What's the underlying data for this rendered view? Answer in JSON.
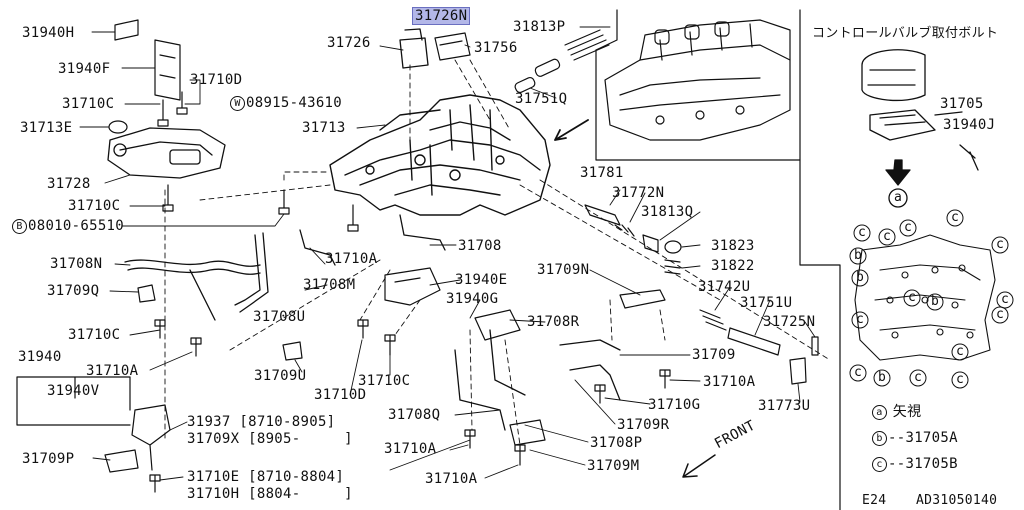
{
  "diagram": {
    "parts": [
      {
        "id": "31940H",
        "label": "31940H"
      },
      {
        "id": "31940F",
        "label": "31940F"
      },
      {
        "id": "31710D_top",
        "label": "31710D"
      },
      {
        "id": "31710C_a",
        "label": "31710C"
      },
      {
        "id": "31713E",
        "label": "31713E"
      },
      {
        "id": "31728",
        "label": "31728"
      },
      {
        "id": "31710C_b",
        "label": "31710C"
      },
      {
        "id": "08010-65510",
        "label": "08010-65510",
        "circle": "B"
      },
      {
        "id": "31708N",
        "label": "31708N"
      },
      {
        "id": "31709Q",
        "label": "31709Q"
      },
      {
        "id": "31710C_c",
        "label": "31710C"
      },
      {
        "id": "31710A_a",
        "label": "31710A"
      },
      {
        "id": "31940",
        "label": "31940"
      },
      {
        "id": "31940V",
        "label": "31940V"
      },
      {
        "id": "31709P",
        "label": "31709P"
      },
      {
        "id": "31710E",
        "label": "31710E",
        "range": "[8710-8804]"
      },
      {
        "id": "31710H",
        "label": "31710H",
        "range": "[8804-     ]"
      },
      {
        "id": "31937",
        "label": "31937",
        "range": "[8710-8905]"
      },
      {
        "id": "31709X",
        "label": "31709X",
        "range": "[8905-     ]"
      },
      {
        "id": "31726N",
        "label": "31726N",
        "highlighted": true
      },
      {
        "id": "31726",
        "label": "31726"
      },
      {
        "id": "31813P",
        "label": "31813P"
      },
      {
        "id": "31756",
        "label": "31756"
      },
      {
        "id": "08915-43610",
        "label": "08915-43610",
        "circle": "W"
      },
      {
        "id": "31751Q",
        "label": "31751Q"
      },
      {
        "id": "31713",
        "label": "31713"
      },
      {
        "id": "31708",
        "label": "31708"
      },
      {
        "id": "31710A_b",
        "label": "31710A"
      },
      {
        "id": "31708M",
        "label": "31708M"
      },
      {
        "id": "31708U",
        "label": "31708U"
      },
      {
        "id": "31940E",
        "label": "31940E"
      },
      {
        "id": "31940G",
        "label": "31940G"
      },
      {
        "id": "31709U",
        "label": "31709U"
      },
      {
        "id": "31710D_b",
        "label": "31710D"
      },
      {
        "id": "31710C_d",
        "label": "31710C"
      },
      {
        "id": "31708R",
        "label": "31708R"
      },
      {
        "id": "31708Q",
        "label": "31708Q"
      },
      {
        "id": "31710A_c",
        "label": "31710A"
      },
      {
        "id": "31710A_d",
        "label": "31710A"
      },
      {
        "id": "31708P",
        "label": "31708P"
      },
      {
        "id": "31709M",
        "label": "31709M"
      },
      {
        "id": "31709N",
        "label": "31709N"
      },
      {
        "id": "31709",
        "label": "31709"
      },
      {
        "id": "31710A_e",
        "label": "31710A"
      },
      {
        "id": "31710G",
        "label": "31710G"
      },
      {
        "id": "31709R",
        "label": "31709R"
      },
      {
        "id": "31781",
        "label": "31781"
      },
      {
        "id": "31772N",
        "label": "31772N"
      },
      {
        "id": "31813Q",
        "label": "31813Q"
      },
      {
        "id": "31823",
        "label": "31823"
      },
      {
        "id": "31822",
        "label": "31822"
      },
      {
        "id": "31742U",
        "label": "31742U"
      },
      {
        "id": "31751U",
        "label": "31751U"
      },
      {
        "id": "31725N",
        "label": "31725N"
      },
      {
        "id": "31773U",
        "label": "31773U"
      }
    ],
    "front_label": "FRONT",
    "inset": {
      "title": "コントロールバルブ取付ボルト",
      "parts": [
        {
          "id": "31705",
          "label": "31705"
        },
        {
          "id": "31940J",
          "label": "31940J"
        }
      ],
      "view_marker": "a",
      "bolt_markers": [
        "b",
        "c"
      ],
      "legend": [
        {
          "marker": "a",
          "text": "矢視"
        },
        {
          "marker": "b",
          "text": "31705A"
        },
        {
          "marker": "c",
          "text": "31705B"
        }
      ]
    },
    "footer": {
      "code_left": "E24",
      "code_right": "AD31050140"
    }
  }
}
